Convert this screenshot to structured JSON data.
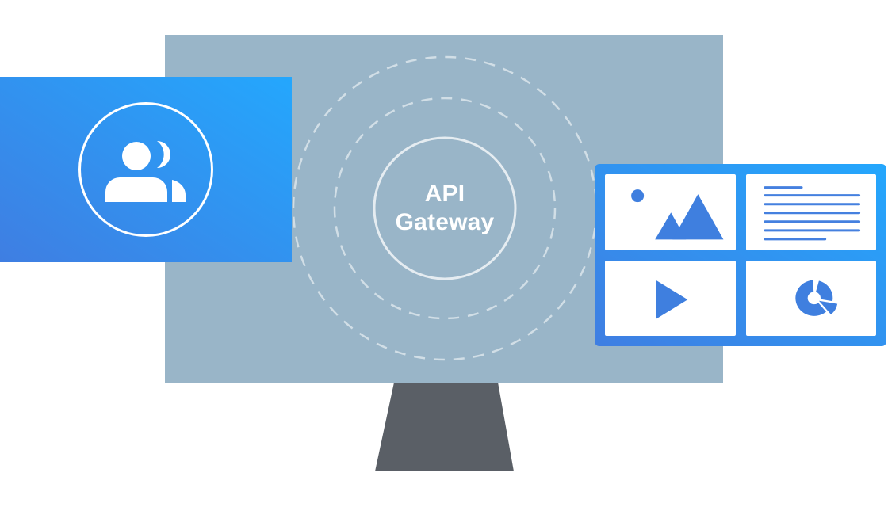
{
  "illustration": {
    "name": "api-gateway-diagram",
    "gateway_label": {
      "line1": "API",
      "line2": "Gateway"
    },
    "left_card_icon": "users-icon",
    "media_panel_icons": [
      "image-icon",
      "text-lines-icon",
      "play-icon",
      "pie-chart-icon"
    ]
  },
  "colors": {
    "page_bg": "#ffffff",
    "screen": "#99b5c8",
    "stand": "#5a5f66",
    "blue_gradient_start": "#3f7ee2",
    "blue_gradient_end": "#24a7fd",
    "icon_blue": "#3f7fdf",
    "text_line_blue": "#4580df",
    "ring_white": "rgba(255,255,255,0.55)",
    "circle_white": "rgba(255,255,255,0.75)",
    "white": "#ffffff"
  }
}
